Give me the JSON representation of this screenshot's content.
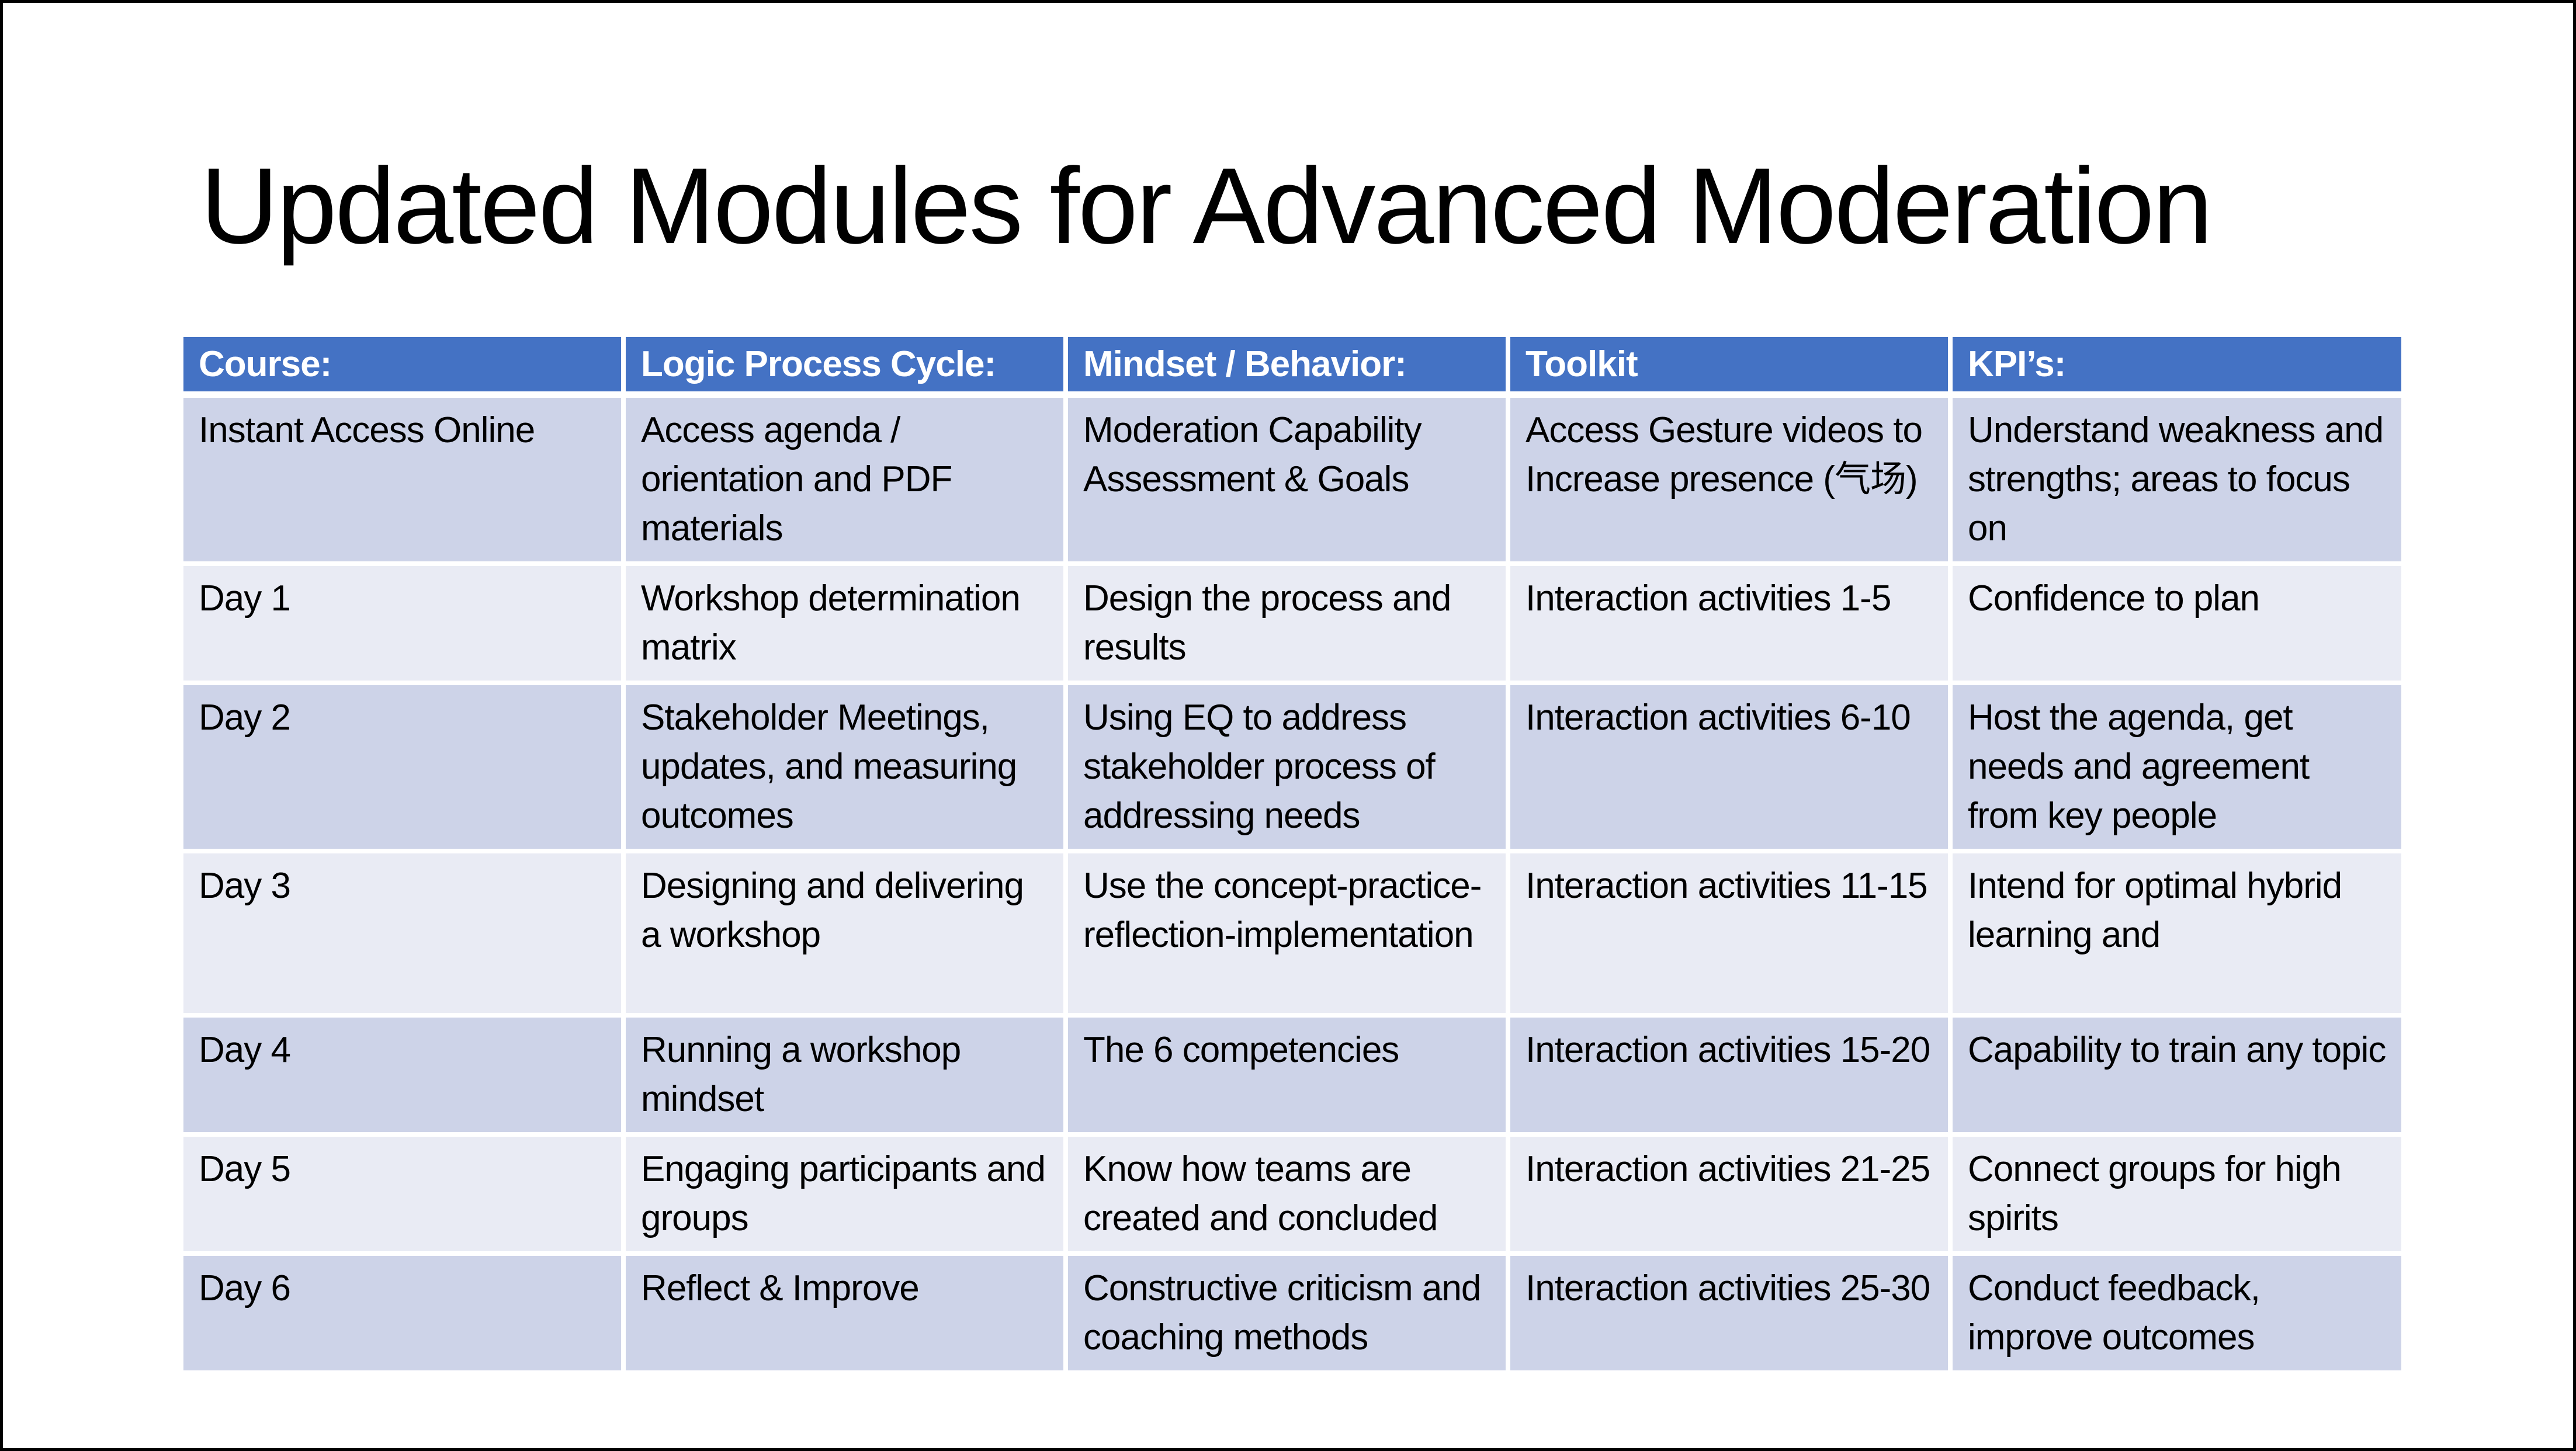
{
  "slide": {
    "title": "Updated Modules for Advanced Moderation"
  },
  "table": {
    "columns": [
      "Course:",
      "Logic Process Cycle:",
      "Mindset / Behavior:",
      "Toolkit",
      "KPI’s:"
    ],
    "rows": [
      [
        "Instant Access Online",
        "Access agenda / orientation and PDF materials",
        "Moderation Capability Assessment & Goals",
        "Access Gesture videos to Increase presence (气场)",
        "Understand weakness and strengths; areas to focus on"
      ],
      [
        "Day 1",
        "Workshop determination matrix",
        "Design the process and results",
        "Interaction activities 1-5",
        "Confidence to plan"
      ],
      [
        "Day 2",
        "Stakeholder Meetings, updates, and measuring outcomes",
        "Using EQ to address stakeholder process of addressing needs",
        "Interaction activities 6-10",
        "Host the agenda, get needs and agreement from key people"
      ],
      [
        "Day 3",
        "Designing and delivering a workshop",
        "Use the concept-practice-reflection-implementation",
        "Interaction activities 11-15",
        "Intend for optimal hybrid learning and"
      ],
      [
        "Day 4",
        "Running a workshop mindset",
        "The 6 competencies",
        "Interaction activities 15-20",
        "Capability to train any topic"
      ],
      [
        "Day 5",
        "Engaging participants and groups",
        "Know how teams are created and concluded",
        "Interaction activities 21-25",
        "Connect groups for high spirits"
      ],
      [
        "Day 6",
        "Reflect & Improve",
        "Constructive criticism and coaching methods",
        "Interaction activities 25-30",
        "Conduct feedback, improve outcomes"
      ]
    ]
  },
  "colors": {
    "header_bg": "#4472C4",
    "header_text": "#FFFFFF",
    "band_dark": "#CDD3E8",
    "band_light": "#E9EBF4",
    "cell_border": "#FFFFFF",
    "slide_border": "#000000",
    "body_text": "#000000",
    "background": "#FFFFFF"
  }
}
